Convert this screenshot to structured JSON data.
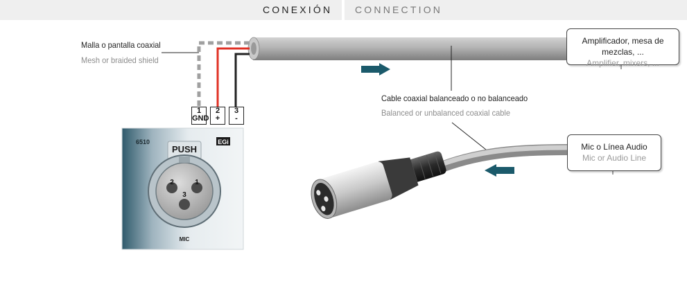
{
  "header": {
    "title_es": "CONEXIÓN",
    "title_en": "CONNECTION"
  },
  "shield_label": {
    "es": "Malla o pantalla coaxial",
    "en": "Mesh or braided shield"
  },
  "cable_label": {
    "es": "Cable coaxial balanceado o no balanceado",
    "en": "Balanced or unbalanced coaxial cable"
  },
  "amp_box": {
    "es": "Amplificador, mesa de mezclas, ...",
    "en": "Amplifier, mixers, ..."
  },
  "mic_box": {
    "es": "Mic o Línea Audio",
    "en": "Mic or Audio Line"
  },
  "terminals": [
    {
      "num": "1",
      "sign": "GND"
    },
    {
      "num": "2",
      "sign": "+"
    },
    {
      "num": "3",
      "sign": "-"
    }
  ],
  "module": {
    "code": "6510",
    "brand": "EGi",
    "push": "PUSH",
    "pin2": "2",
    "pin1": "1",
    "pin3": "3",
    "type": "MIC"
  },
  "colors": {
    "shield_wire": "#a0a0a0",
    "positive_wire": "#e03024",
    "negative_wire": "#222222",
    "arrow": "#1b5a6b",
    "cable": "#a9a9a9"
  }
}
